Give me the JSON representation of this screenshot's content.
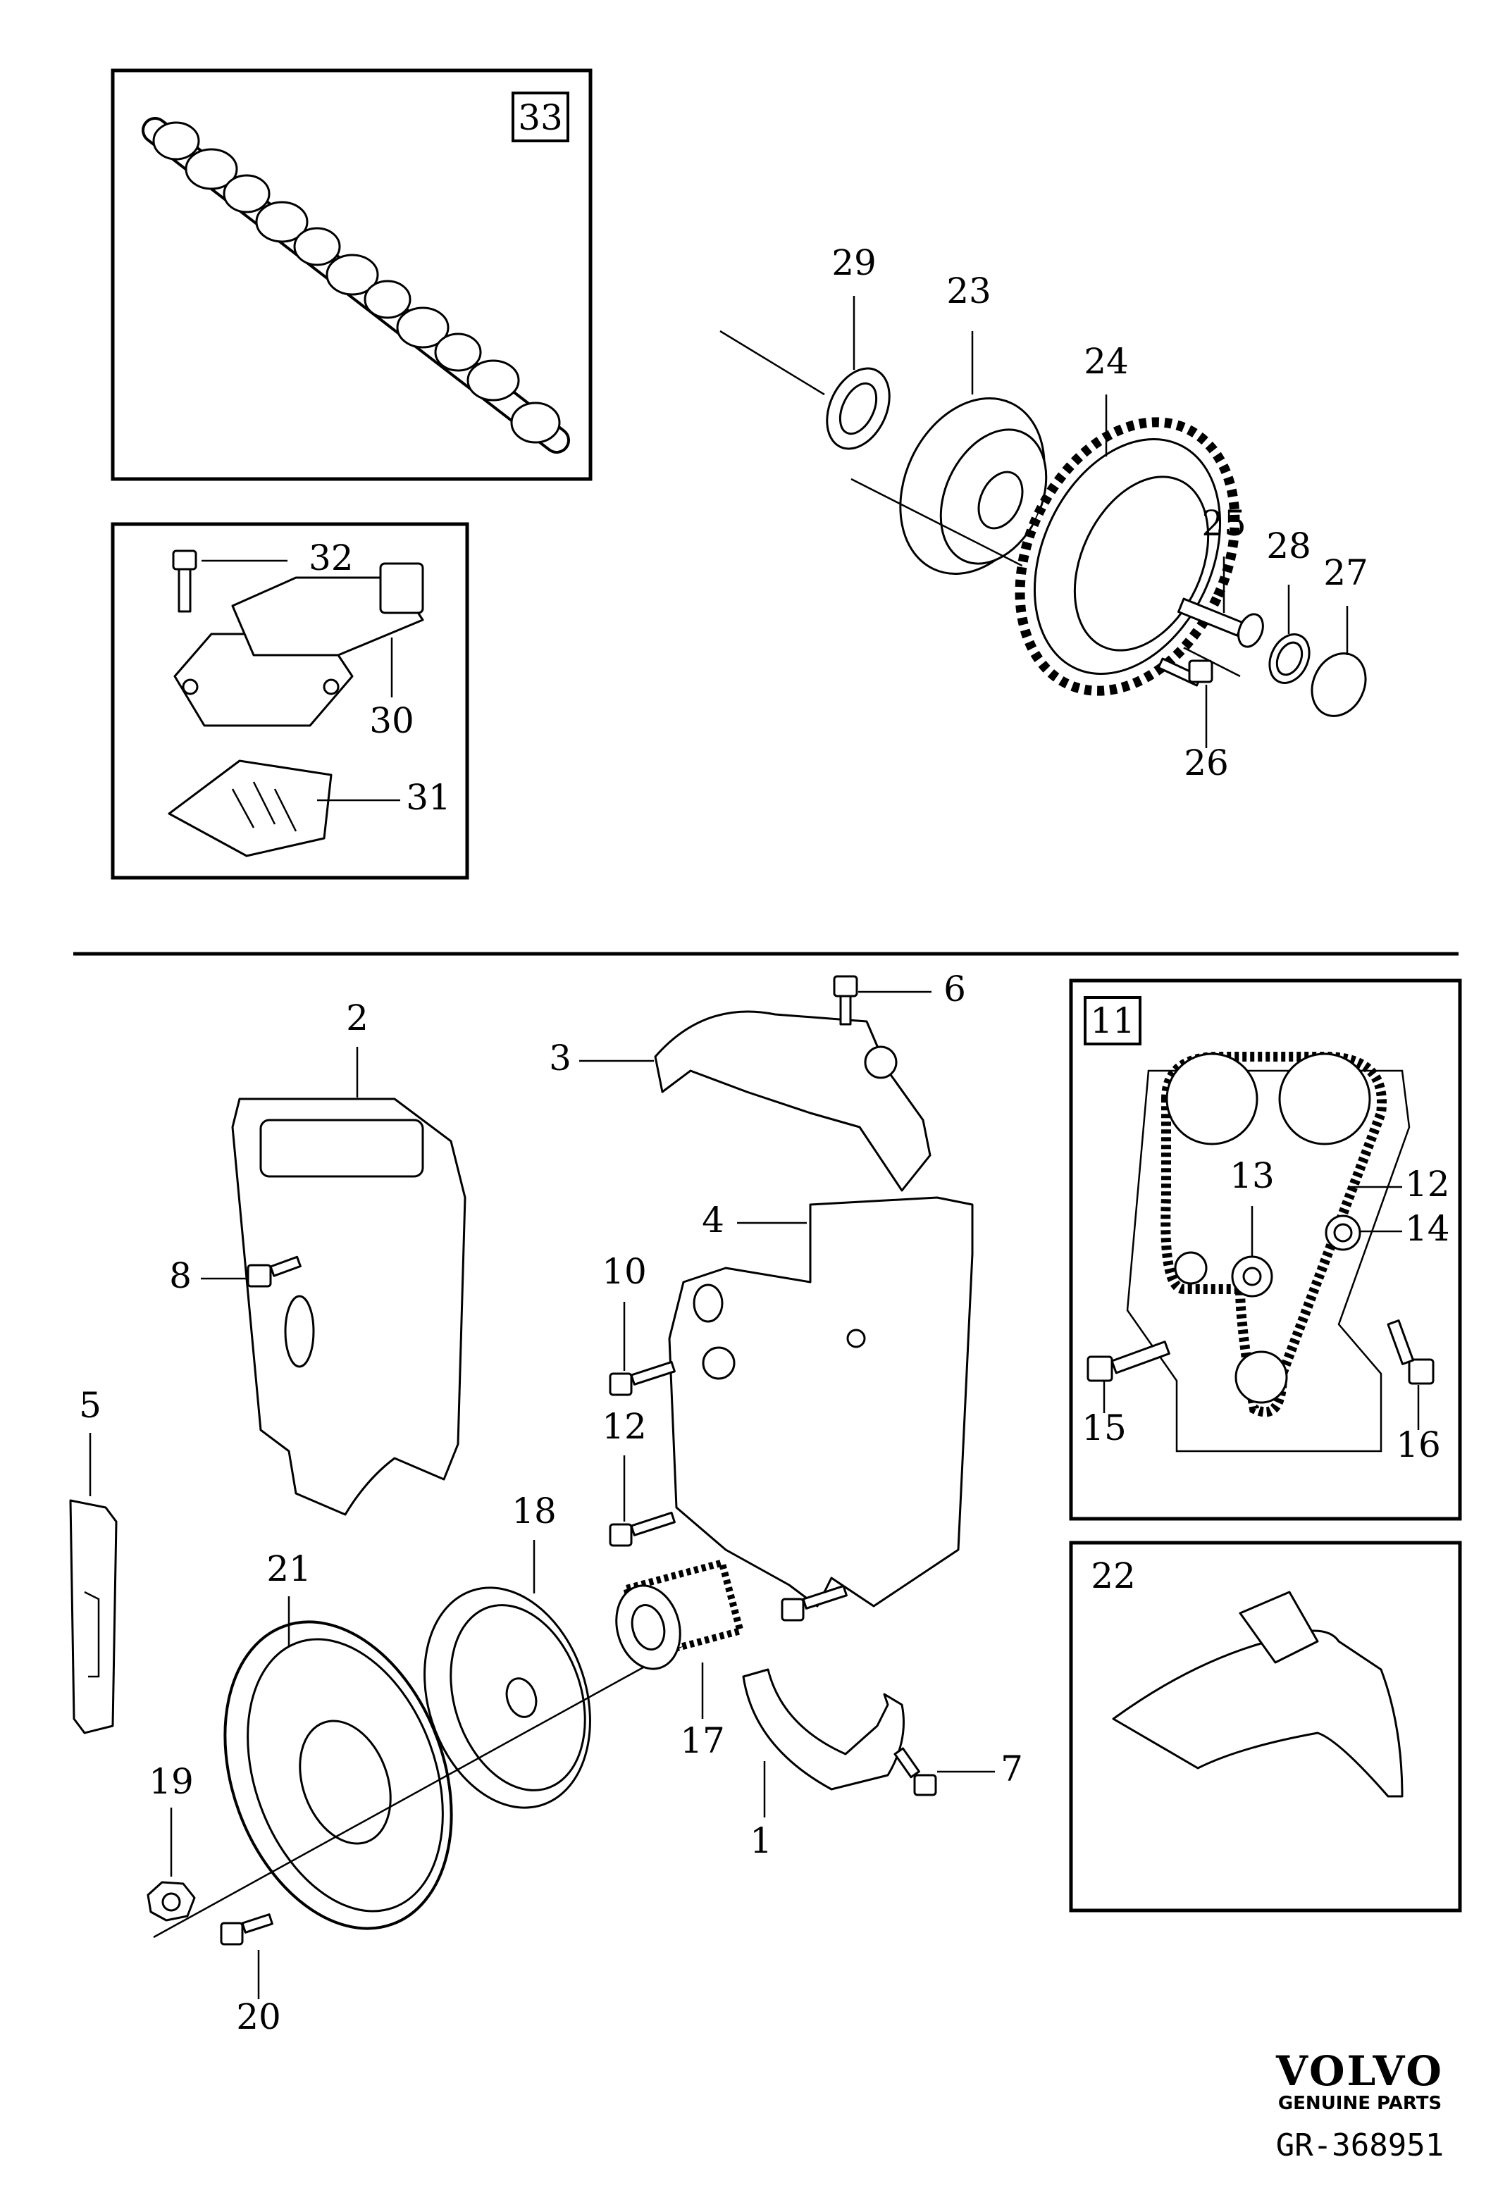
{
  "callouts": {
    "c1": "1",
    "c2": "2",
    "c3": "3",
    "c4": "4",
    "c5": "5",
    "c6": "6",
    "c7": "7",
    "c8": "8",
    "c10": "10",
    "c11": "11",
    "c12a": "12",
    "c12b": "12",
    "c13": "13",
    "c14": "14",
    "c15": "15",
    "c16": "16",
    "c17": "17",
    "c18": "18",
    "c19": "19",
    "c20": "20",
    "c21": "21",
    "c22": "22",
    "c23": "23",
    "c24": "24",
    "c25": "25",
    "c26": "26",
    "c27": "27",
    "c28": "28",
    "c29": "29",
    "c30": "30",
    "c31": "31",
    "c32": "32",
    "c33": "33"
  },
  "brand": {
    "name": "VOLVO",
    "tagline": "GENUINE PARTS"
  },
  "reference": "GR-368951"
}
